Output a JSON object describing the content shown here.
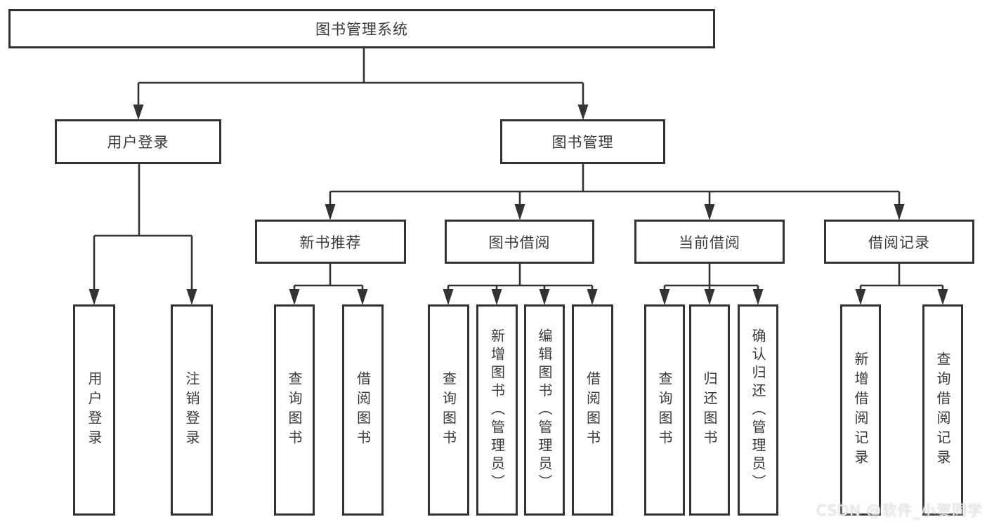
{
  "diagram": {
    "root": {
      "label": "图书管理系统"
    },
    "level2": [
      {
        "label": "用户登录"
      },
      {
        "label": "图书管理"
      }
    ],
    "level3": [
      {
        "label": "新书推荐"
      },
      {
        "label": "图书借阅"
      },
      {
        "label": "当前借阅"
      },
      {
        "label": "借阅记录"
      }
    ],
    "leaves": {
      "user_login": [
        "用户登录",
        "注销登录"
      ],
      "new_books": [
        "查询图书",
        "借阅图书"
      ],
      "book_borrow": [
        "查询图书",
        "新增图书（管理员）",
        "编辑图书（管理员）",
        "借阅图书"
      ],
      "current_borrow": [
        "查询图书",
        "归还图书",
        "确认归还（管理员）"
      ],
      "borrow_records": [
        "新增借阅记录",
        "查询借阅记录"
      ]
    }
  },
  "watermark": {
    "text": "CSDN @软件_小贺同学"
  },
  "colors": {
    "line": "#333333",
    "border": "#333333",
    "text": "#3a3a3a",
    "background": "#ffffff",
    "watermark": "#ececec"
  }
}
